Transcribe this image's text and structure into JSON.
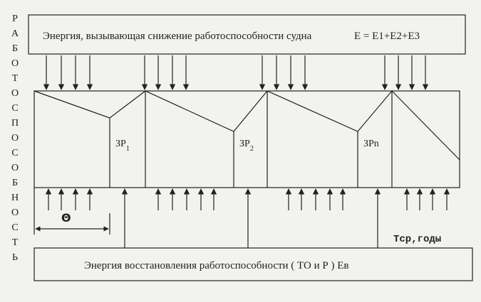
{
  "vertical_label_chars": [
    "Р",
    "А",
    "Б",
    "О",
    "Т",
    "О",
    "С",
    "П",
    "О",
    "С",
    "О",
    "Б",
    "Н",
    "О",
    "С",
    "Т",
    "Ь"
  ],
  "top_box_text": "Энергия, вызывающая снижение  работоспособности судна",
  "top_box_formula": "E = E1+E2+E3",
  "bottom_box_text": "Энергия восстановления работоспособности ( ТО и Р )  Ев",
  "theta_label": "Θ",
  "time_axis_label": "Тср,годы",
  "segments": [
    {
      "base": "ЗР",
      "sub": "1",
      "suffix": ""
    },
    {
      "base": "ЗР",
      "sub": "2",
      "suffix": ""
    },
    {
      "base": "ЗРn",
      "sub": "",
      "suffix": ""
    }
  ],
  "colors": {
    "line": "#222222",
    "background": "#f2f2f0"
  }
}
